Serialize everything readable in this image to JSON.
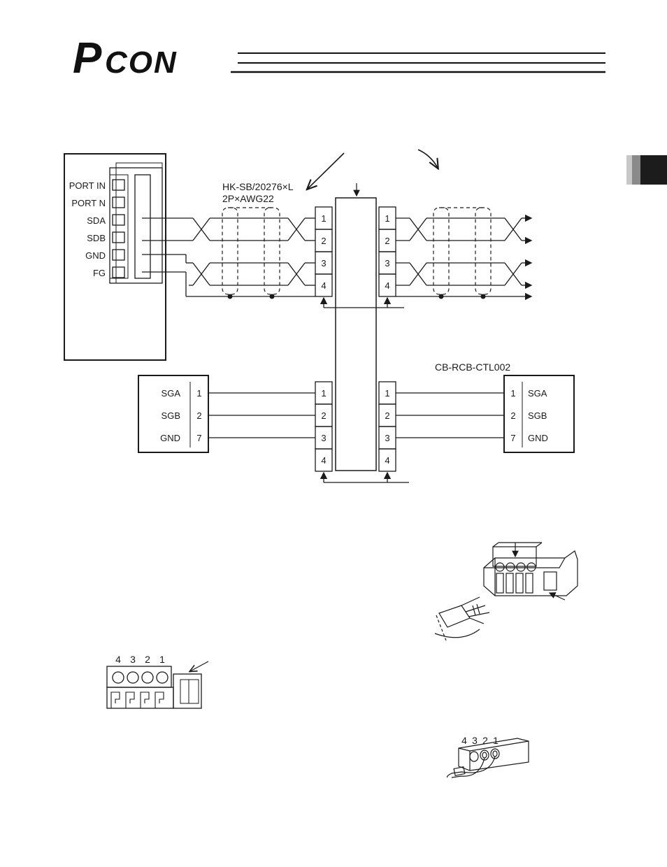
{
  "header": {
    "logo_p": "P",
    "logo_rest": "CON"
  },
  "controller": {
    "pins": [
      "PORT IN",
      "PORT N",
      "SDA",
      "SDB",
      "GND",
      "FG"
    ]
  },
  "cable_spec": {
    "line1": "HK-SB/20276×L",
    "line2": "2P×AWG22"
  },
  "terminals": {
    "top_left": [
      "1",
      "2",
      "3",
      "4"
    ],
    "top_right": [
      "1",
      "2",
      "3",
      "4"
    ],
    "bottom_left": [
      "1",
      "2",
      "3",
      "4"
    ],
    "bottom_right": [
      "1",
      "2",
      "3",
      "4"
    ]
  },
  "left_device": {
    "rows": [
      {
        "label": "SGA",
        "pin": "1"
      },
      {
        "label": "SGB",
        "pin": "2"
      },
      {
        "label": "GND",
        "pin": "7"
      }
    ]
  },
  "right_device": {
    "cable_label": "CB-RCB-CTL002",
    "rows": [
      {
        "pin": "1",
        "label": "SGA"
      },
      {
        "pin": "2",
        "label": "SGB"
      },
      {
        "pin": "7",
        "label": "GND"
      }
    ]
  },
  "connector_left": {
    "numbers": [
      "4",
      "3",
      "2",
      "1"
    ]
  },
  "connector_bottom_right": {
    "numbers": [
      "4",
      "3",
      "2",
      "1"
    ]
  },
  "colors": {
    "line": "#1a1a1a",
    "side_tab_dark": "#1c1c1c",
    "side_tab_mid": "#8a8a8a",
    "side_tab_light": "#c8c8c8"
  }
}
